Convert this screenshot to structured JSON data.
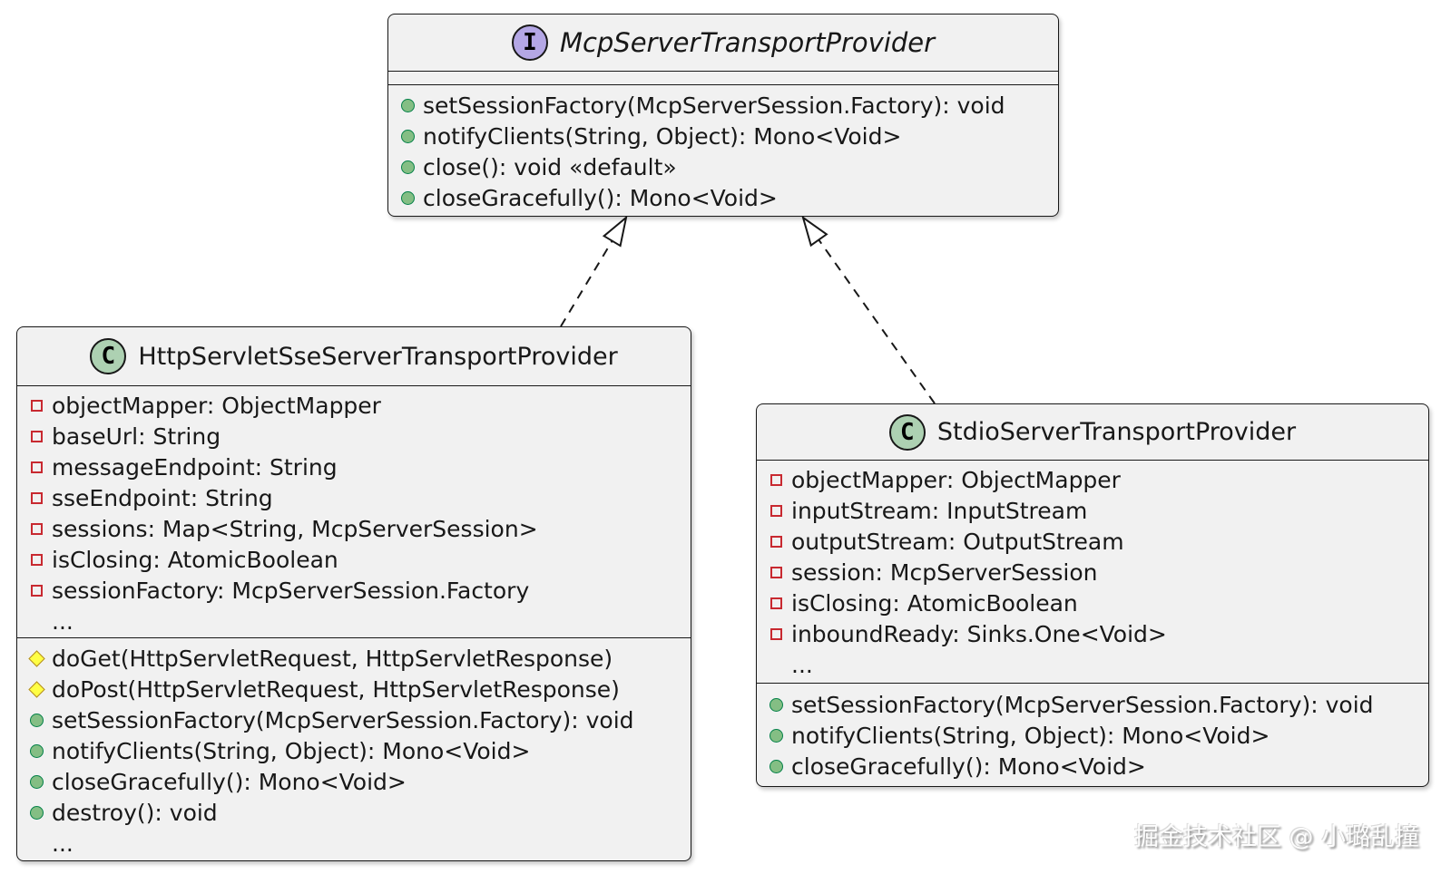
{
  "interface": {
    "icon_letter": "I",
    "name": "McpServerTransportProvider",
    "methods": [
      "setSessionFactory(McpServerSession.Factory): void",
      "notifyClients(String, Object): Mono<Void>",
      "close(): void «default»",
      "closeGracefully(): Mono<Void>"
    ]
  },
  "http_class": {
    "icon_letter": "C",
    "name": "HttpServletSseServerTransportProvider",
    "fields": [
      "objectMapper: ObjectMapper",
      "baseUrl: String",
      "messageEndpoint: String",
      "sseEndpoint: String",
      "sessions: Map<String, McpServerSession>",
      "isClosing: AtomicBoolean",
      "sessionFactory: McpServerSession.Factory"
    ],
    "fields_ellipsis": "...",
    "methods": [
      {
        "visibility": "protected",
        "text": "doGet(HttpServletRequest, HttpServletResponse)"
      },
      {
        "visibility": "protected",
        "text": "doPost(HttpServletRequest, HttpServletResponse)"
      },
      {
        "visibility": "public",
        "text": "setSessionFactory(McpServerSession.Factory): void"
      },
      {
        "visibility": "public",
        "text": "notifyClients(String, Object): Mono<Void>"
      },
      {
        "visibility": "public",
        "text": "closeGracefully(): Mono<Void>"
      },
      {
        "visibility": "public",
        "text": "destroy(): void"
      }
    ],
    "methods_ellipsis": "..."
  },
  "stdio_class": {
    "icon_letter": "C",
    "name": "StdioServerTransportProvider",
    "fields": [
      "objectMapper: ObjectMapper",
      "inputStream: InputStream",
      "outputStream: OutputStream",
      "session: McpServerSession",
      "isClosing: AtomicBoolean",
      "inboundReady: Sinks.One<Void>"
    ],
    "fields_ellipsis": "...",
    "methods": [
      {
        "visibility": "public",
        "text": "setSessionFactory(McpServerSession.Factory): void"
      },
      {
        "visibility": "public",
        "text": "notifyClients(String, Object): Mono<Void>"
      },
      {
        "visibility": "public",
        "text": "closeGracefully(): Mono<Void>"
      }
    ]
  },
  "relations": [
    {
      "from": "HttpServletSseServerTransportProvider",
      "to": "McpServerTransportProvider",
      "type": "realization",
      "line": "dashed",
      "arrowhead": "hollow-triangle"
    },
    {
      "from": "StdioServerTransportProvider",
      "to": "McpServerTransportProvider",
      "type": "realization",
      "line": "dashed",
      "arrowhead": "hollow-triangle"
    }
  ],
  "watermark": "掘金技术社区 @ 小璐乱撞",
  "colors": {
    "box_background": "#f1f1f1",
    "box_border": "#181818",
    "interface_icon_fill": "#b4a7e5",
    "class_icon_fill": "#add1b2",
    "public_icon_fill": "#84be84",
    "public_icon_border": "#038048",
    "private_icon_border": "#c82930",
    "protected_icon_fill": "#ffff44",
    "protected_icon_border": "#b38d22",
    "text": "#181818"
  }
}
